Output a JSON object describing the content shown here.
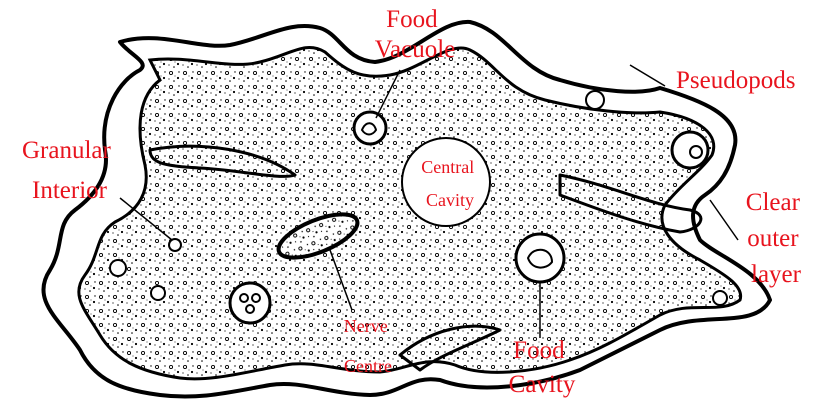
{
  "labels": {
    "food_vacuole": [
      "Food",
      "Vacuole"
    ],
    "pseudopods": "Pseudopods",
    "granular_interior": [
      "Granular",
      "Interior"
    ],
    "central_cavity": [
      "Central",
      "Cavity"
    ],
    "clear_outer_layer": [
      "Clear",
      "outer",
      "layer"
    ],
    "nerve_centre": [
      "Nerve",
      "Centre"
    ],
    "food_cavity": [
      "Food",
      "Cavity"
    ]
  },
  "colors": {
    "label": "#e8141e",
    "ink": "#000000",
    "background": "#ffffff"
  }
}
